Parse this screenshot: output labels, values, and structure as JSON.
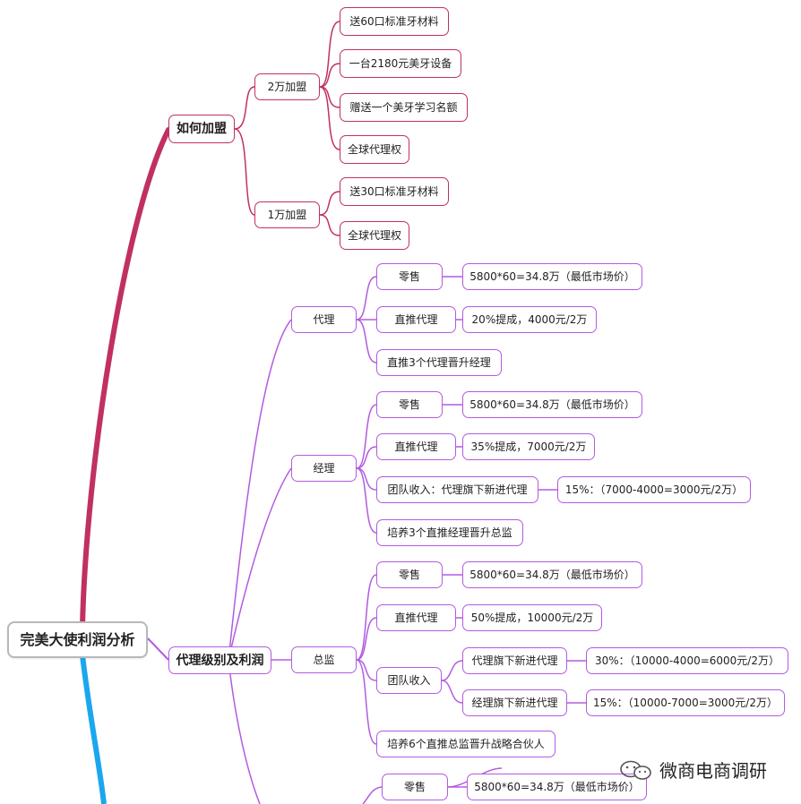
{
  "root": {
    "label": "完美大使利润分析"
  },
  "join": {
    "title": "如何加盟",
    "plan_2w": {
      "label": "2万加盟",
      "items": [
        "送60口标准牙材料",
        "一台2180元美牙设备",
        "赠送一个美牙学习名额",
        "全球代理权"
      ]
    },
    "plan_1w": {
      "label": "1万加盟",
      "items": [
        "送30口标准牙材料",
        "全球代理权"
      ]
    }
  },
  "levels": {
    "title": "代理级别及利润",
    "agent": {
      "label": "代理",
      "retail": {
        "label": "零售",
        "value": "5800*60=34.8万（最低市场价）"
      },
      "direct": {
        "label": "直推代理",
        "value": "20%提成，4000元/2万"
      },
      "promotion": "直推3个代理晋升经理"
    },
    "manager": {
      "label": "经理",
      "retail": {
        "label": "零售",
        "value": "5800*60=34.8万（最低市场价）"
      },
      "direct": {
        "label": "直推代理",
        "value": "35%提成，7000元/2万"
      },
      "team": {
        "label": "团队收入：代理旗下新进代理",
        "value": "15%：（7000-4000=3000元/2万）"
      },
      "promotion": "培养3个直推经理晋升总监"
    },
    "director": {
      "label": "总监",
      "retail": {
        "label": "零售",
        "value": "5800*60=34.8万（最低市场价）"
      },
      "direct": {
        "label": "直推代理",
        "value": "50%提成，10000元/2万"
      },
      "team": {
        "label": "团队收入",
        "sub1": {
          "label": "代理旗下新进代理",
          "value": "30%：（10000-4000=6000元/2万）"
        },
        "sub2": {
          "label": "经理旗下新进代理",
          "value": "15%：（10000-7000=3000元/2万）"
        }
      },
      "promotion": "培养6个直推总监晋升战略合伙人"
    },
    "partner": {
      "retail": {
        "label": "零售",
        "value": "5800*60=34.8万（最低市场价）"
      }
    }
  },
  "watermark": {
    "text": "微商电商调研",
    "icon": "wechat-icon"
  },
  "colors": {
    "join_branch": "#c0315f",
    "levels_branch": "#b25be0",
    "next_branch": "#1aa7ef",
    "root_border": "#b8b8b8"
  }
}
